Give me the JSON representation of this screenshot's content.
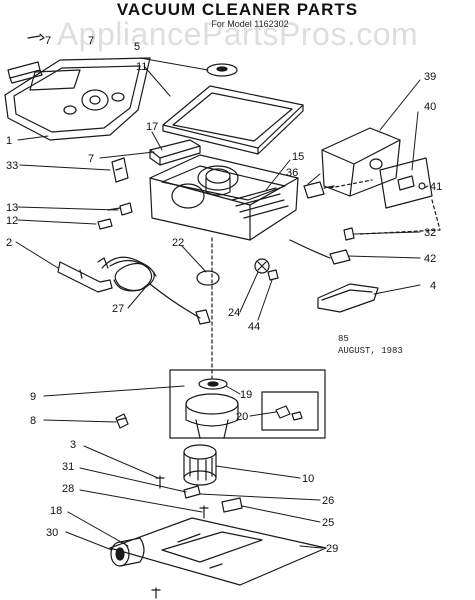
{
  "header": {
    "title": "VACUUM CLEANER PARTS",
    "subtitle": "For Model 1162302",
    "watermark": "AppliancePartsPros.com"
  },
  "date_stamp": {
    "line1": "85",
    "line2": "AUGUST, 1983"
  },
  "callouts": [
    "1",
    "2",
    "3",
    "4",
    "5",
    "7",
    "7",
    "8",
    "9",
    "10",
    "11",
    "12",
    "13",
    "15",
    "17",
    "18",
    "19",
    "20",
    "22",
    "24",
    "25",
    "26",
    "27",
    "28",
    "29",
    "30",
    "31",
    "32",
    "33",
    "36",
    "39",
    "40",
    "41",
    "42",
    "44"
  ],
  "ink_color": "#1a1a1a"
}
